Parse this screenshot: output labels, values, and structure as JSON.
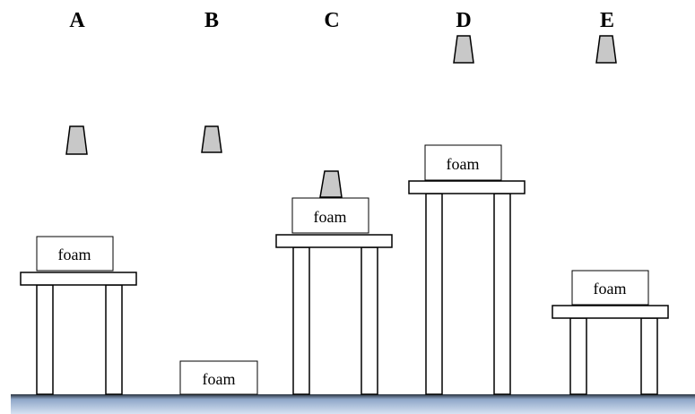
{
  "setups": [
    {
      "letter": "A",
      "foam_label": "foam"
    },
    {
      "letter": "B",
      "foam_label": "foam"
    },
    {
      "letter": "C",
      "foam_label": "foam"
    },
    {
      "letter": "D",
      "foam_label": "foam"
    },
    {
      "letter": "E",
      "foam_label": "foam"
    }
  ],
  "colors": {
    "weight_fill": "#c8c8c8",
    "floor_top": "#2a3440",
    "floor_bottom": "#d6e2f2"
  }
}
